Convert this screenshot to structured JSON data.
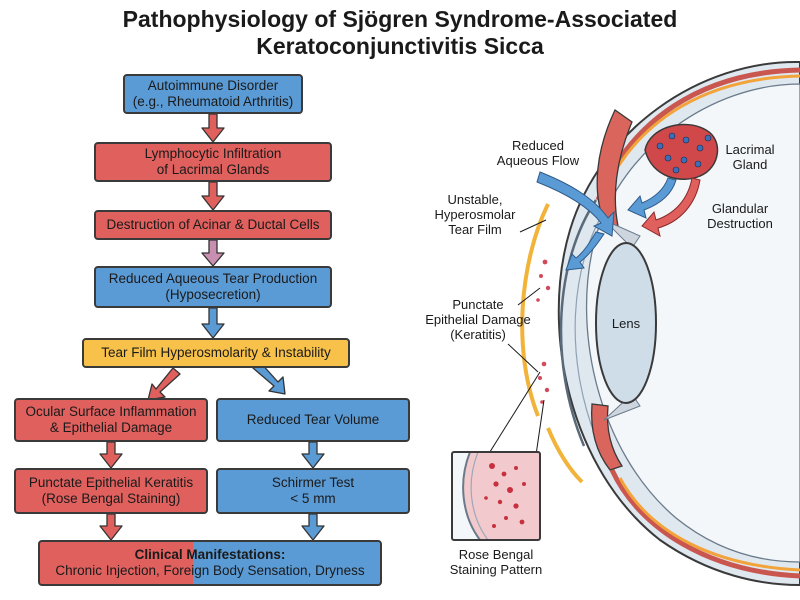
{
  "title": {
    "line1": "Pathophysiology of Sjögren Syndrome-Associated",
    "line2": "Keratoconjunctivitis Sicca"
  },
  "flow": {
    "b1": {
      "line1": "Autoimmune Disorder",
      "line2": "(e.g., Rheumatoid Arthritis)"
    },
    "b2": {
      "line1": "Lymphocytic Infiltration",
      "line2": "of Lacrimal Glands"
    },
    "b3": {
      "line1": "Destruction of Acinar & Ductal Cells"
    },
    "b4": {
      "line1": "Reduced Aqueous Tear Production",
      "line2": "(Hyposecretion)"
    },
    "b5": {
      "line1": "Tear Film Hyperosmolarity & Instability"
    },
    "b6": {
      "line1": "Ocular Surface Inflammation",
      "line2": "& Epithelial Damage"
    },
    "b7": {
      "line1": "Reduced Tear Volume"
    },
    "b8": {
      "line1": "Punctate Epithelial Keratitis",
      "line2": "(Rose Bengal Staining)"
    },
    "b9": {
      "line1": "Schirmer Test",
      "line2": "< 5 mm"
    },
    "b10": {
      "line1": "Clinical Manifestations:",
      "line2": "Chronic Injection, Foreign Body Sensation, Dryness"
    }
  },
  "eye": {
    "reduced_flow": {
      "line1": "Reduced",
      "line2": "Aqueous Flow"
    },
    "lacrimal": {
      "line1": "Lacrimal",
      "line2": "Gland"
    },
    "glandular": {
      "line1": "Glandular",
      "line2": "Destruction"
    },
    "tearfilm": {
      "line1": "Unstable,",
      "line2": "Hyperosmolar",
      "line3": "Tear Film"
    },
    "punctate": {
      "line1": "Punctate",
      "line2": "Epithelial Damage",
      "line3": "(Keratitis)"
    },
    "lens": "Lens",
    "rose": {
      "line1": "Rose Bengal",
      "line2": "Staining Pattern"
    }
  },
  "colors": {
    "blue": "#5b9bd5",
    "red": "#e0605e",
    "yellow": "#f7c14a",
    "flesh": "#e8a7a0"
  }
}
